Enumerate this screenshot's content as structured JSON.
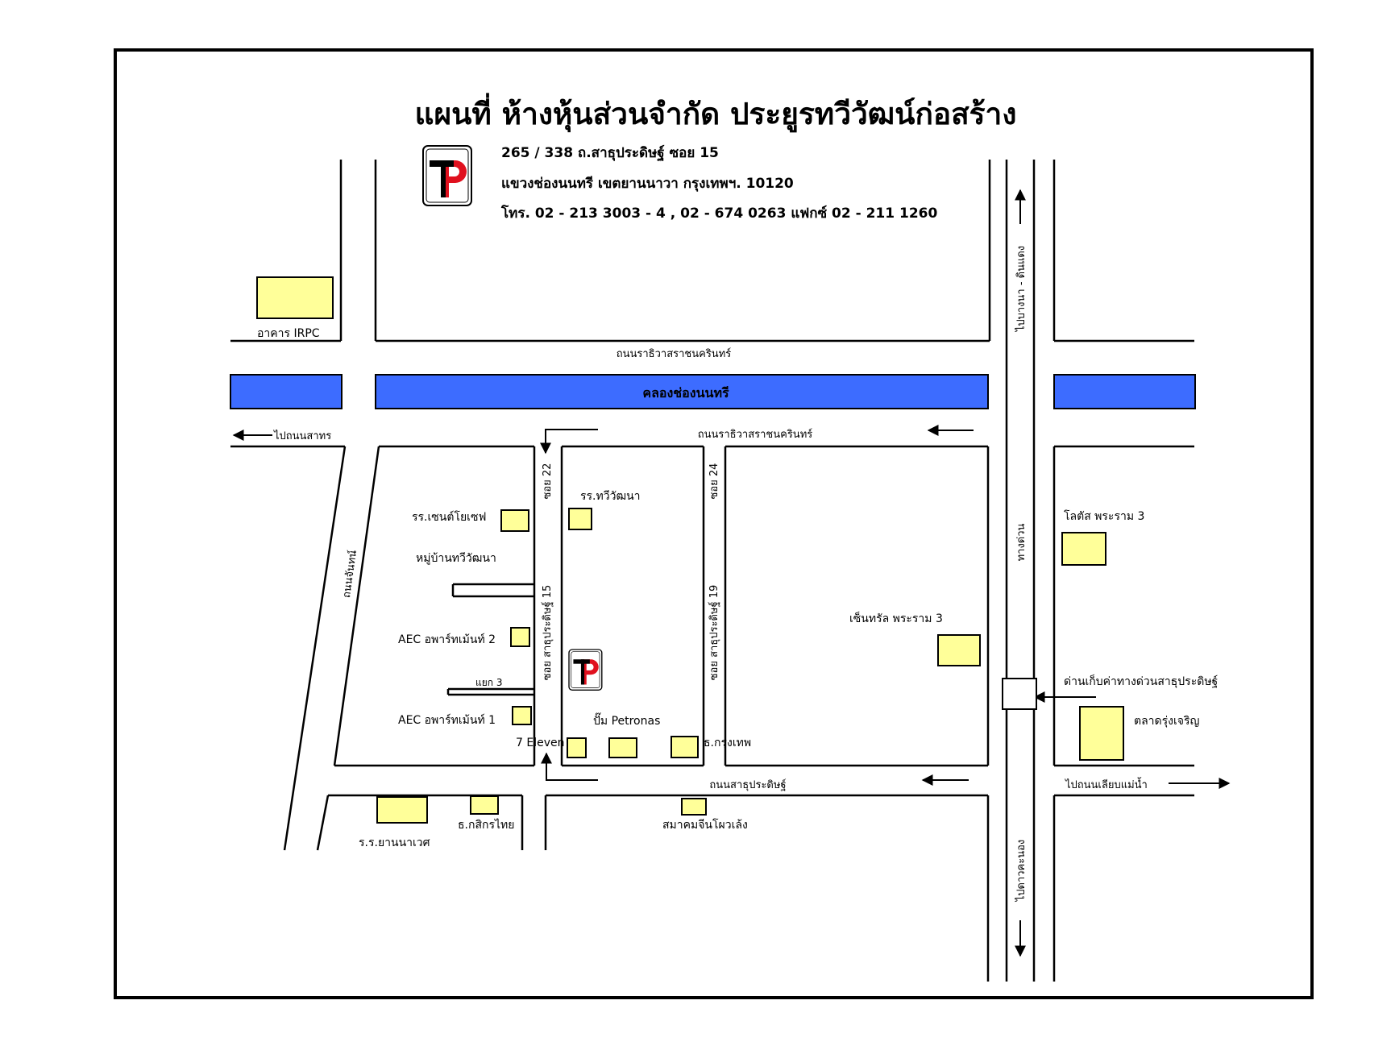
{
  "title": "แผนที่ ห้างหุ้นส่วนจำกัด ประยูรทวีวัฒน์ก่อสร้าง",
  "address": {
    "line1": "265 / 338  ถ.สาธุประดิษฐ์  ซอย 15",
    "line2": "แขวงช่องนนทรี  เขตยานนาวา  กรุงเทพฯ.  10120",
    "line3": "โทร. 02 - 213 3003 - 4 , 02 - 674 0263  แฟกซ์ 02 - 211 1260"
  },
  "colors": {
    "canal": "#3d6cff",
    "building": "#ffff99",
    "logo_red": "#e0101e",
    "line": "#000000"
  },
  "canal_label": "คลองช่องนนทรี",
  "roads": {
    "rama3_top": "ถนนราธิวาสราชนครินทร์",
    "rama3_bottom": "ถนนราธิวาสราชนครินทร์",
    "sathu": "ถนนสาธุประดิษฐ์",
    "chan": "ถนนจันทน์",
    "soi22": "ซอย 22",
    "soi24": "ซอย 24",
    "soi15": "ซอย สาธุประดิษฐ์ 15",
    "soi19": "ซอย สาธุประดิษฐ์ 19",
    "expressway": "ทางด่วน",
    "to_bangna": "ไปบางนา - ดินแดง",
    "to_sathorn": "ไปถนนสาทร",
    "to_riverside": "ไปถนนเลียบแม่น้ำ",
    "to_dao_khanong": "ไปดาวคะนอง",
    "yaek3": "แยก 3"
  },
  "places": {
    "irpc": "อาคาร IRPC",
    "st_joseph": "รร.เซนต์โยเซฟ",
    "thawiwatthana_school": "รร.ทวีวัฒนา",
    "village": "หมู่บ้านทวีวัฒนา",
    "aec2": "AEC อพาร์ทเม้นท์ 2",
    "aec1": "AEC อพาร์ทเม้นท์ 1",
    "petronas": "ปั๊ม Petronas",
    "seven_eleven": "7 Eleven",
    "bangkok_bank": "ธ.กรุงเทพ",
    "lotus": "โลตัส พระราม 3",
    "central": "เซ็นทรัล พระราม 3",
    "toll": "ด่านเก็บค่าทางด่วนสาธุประดิษฐ์",
    "market": "ตลาดรุ่งเจริญ",
    "kasikorn": "ธ.กสิกรไทย",
    "yannawet": "ร.ร.ยานนาเวศ",
    "chinese_assoc": "สมาคมจีนโผวเล้ง"
  }
}
